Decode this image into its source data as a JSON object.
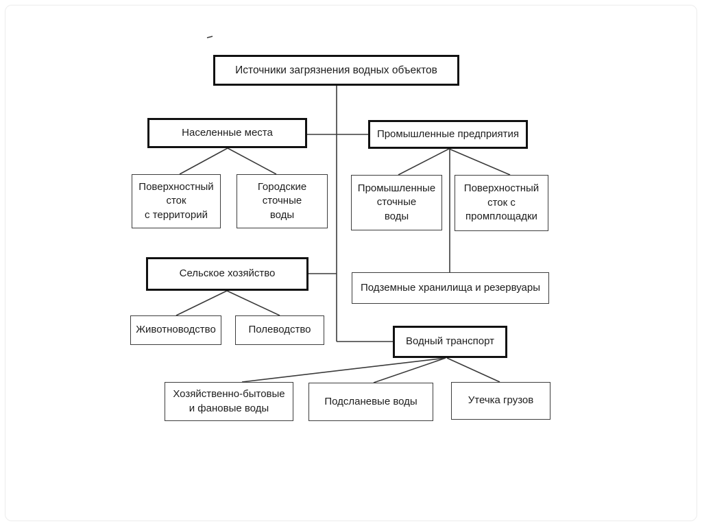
{
  "diagram": {
    "type": "flowchart",
    "language": "ru",
    "accent_border_color": "#111111",
    "line_color": "#3a3a3a",
    "nodes": {
      "root": {
        "label": "Источники загрязнения водных объектов",
        "emphasized": true
      },
      "populated_places": {
        "label": "Населенные места",
        "emphasized": true
      },
      "industrial_enterprises": {
        "label": "Промышленные предприятия",
        "emphasized": true
      },
      "surface_runoff_territories": {
        "label": "Поверхностный\nсток\nс территорий",
        "emphasized": false
      },
      "urban_wastewater": {
        "label": "Городские\nсточные\nводы",
        "emphasized": false
      },
      "industrial_wastewater": {
        "label": "Промышленные\nсточные\nводы",
        "emphasized": false
      },
      "surface_runoff_site": {
        "label": "Поверхностный\nсток с\nпромплощадки",
        "emphasized": false
      },
      "agriculture": {
        "label": "Сельское хозяйство",
        "emphasized": true
      },
      "underground_storage": {
        "label": "Подземные хранилища и резервуары",
        "emphasized": false
      },
      "livestock": {
        "label": "Животноводство",
        "emphasized": false
      },
      "field_farming": {
        "label": "Полеводство",
        "emphasized": false
      },
      "water_transport": {
        "label": "Водный транспорт",
        "emphasized": true
      },
      "household_fecal": {
        "label": "Хозяйственно-бытовые\nи фановые воды",
        "emphasized": false
      },
      "bilge_water": {
        "label": "Подсланевые воды",
        "emphasized": false
      },
      "cargo_leak": {
        "label": "Утечка грузов",
        "emphasized": false
      }
    },
    "edges": [
      {
        "from": "root",
        "to": "populated_places"
      },
      {
        "from": "root",
        "to": "industrial_enterprises"
      },
      {
        "from": "root",
        "to": "agriculture"
      },
      {
        "from": "root",
        "to": "water_transport"
      },
      {
        "from": "populated_places",
        "to": "surface_runoff_territories"
      },
      {
        "from": "populated_places",
        "to": "urban_wastewater"
      },
      {
        "from": "industrial_enterprises",
        "to": "industrial_wastewater"
      },
      {
        "from": "industrial_enterprises",
        "to": "surface_runoff_site"
      },
      {
        "from": "industrial_enterprises",
        "to": "underground_storage"
      },
      {
        "from": "agriculture",
        "to": "livestock"
      },
      {
        "from": "agriculture",
        "to": "field_farming"
      },
      {
        "from": "water_transport",
        "to": "household_fecal"
      },
      {
        "from": "water_transport",
        "to": "bilge_water"
      },
      {
        "from": "water_transport",
        "to": "cargo_leak"
      }
    ]
  }
}
